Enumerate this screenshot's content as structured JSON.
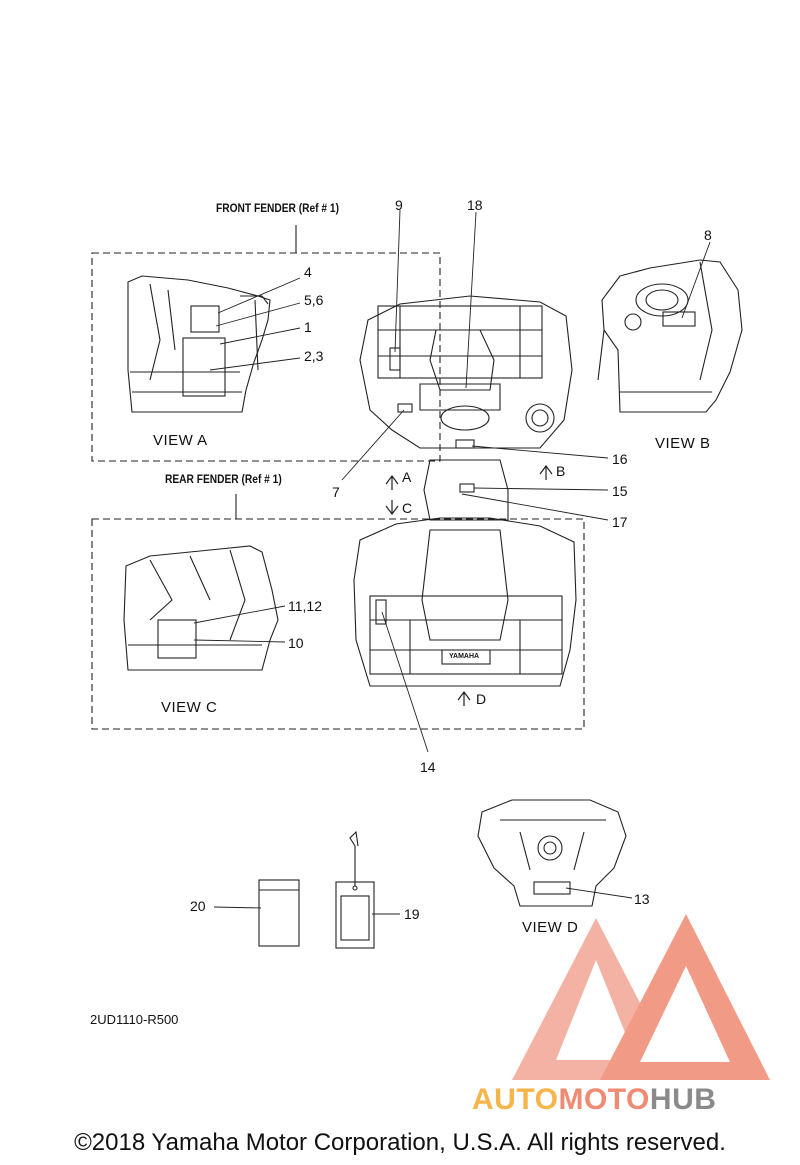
{
  "headers": {
    "front_fender": "FRONT FENDER (Ref # 1)",
    "rear_fender": "REAR FENDER (Ref # 1)"
  },
  "views": {
    "a": "VIEW A",
    "b": "VIEW B",
    "c": "VIEW C",
    "d": "VIEW D"
  },
  "arrows": {
    "a": "A",
    "b": "B",
    "c": "C",
    "d": "D"
  },
  "callouts": {
    "c1": "1",
    "c2_3": "2,3",
    "c4": "4",
    "c5_6": "5,6",
    "c7": "7",
    "c8": "8",
    "c9": "9",
    "c10": "10",
    "c11_12": "11,12",
    "c13": "13",
    "c14": "14",
    "c15": "15",
    "c16": "16",
    "c17": "17",
    "c18": "18",
    "c19": "19",
    "c20": "20"
  },
  "diagram_code": "2UD1110-R500",
  "vehicle_badge": "YAMAHA",
  "watermark": {
    "part1": "AUTO",
    "part2": "MOTO",
    "part3": "HUB",
    "colors": {
      "part1": "#f5b54a",
      "part2": "#ef8a73",
      "part3": "#8a8a8a",
      "logo": "#ef8a73"
    }
  },
  "copyright": "©2018 Yamaha Motor Corporation, U.S.A. All rights reserved."
}
